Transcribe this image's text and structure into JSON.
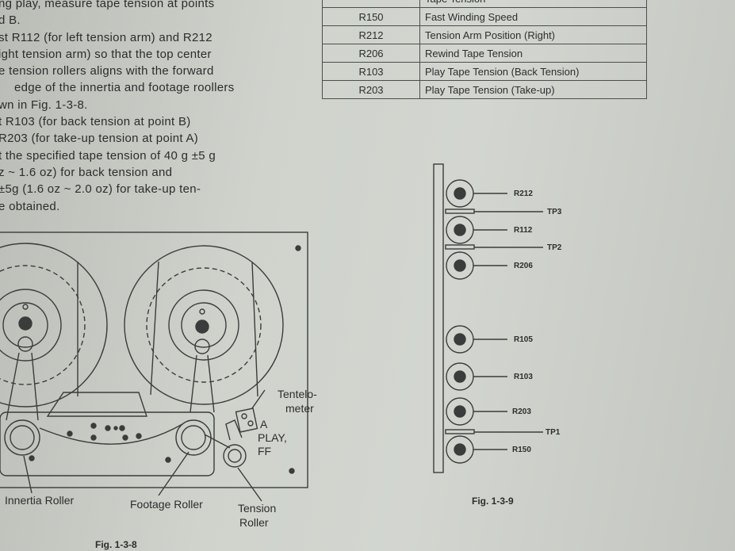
{
  "body_text": [
    "ng play, measure tape tension at points",
    "d B.",
    "st R112 (for left tension arm) and R212",
    "ight tension arm) so that the top center",
    "e tension rollers aligns with the forward",
    "edge of the innertia and footage roollers",
    "wn in Fig. 1-3-8.",
    "t R103 (for back tension at point B)",
    "R203 (for take-up tension at point A)",
    "t the specified tape tension of 40 g ±5 g",
    "z  ~  1.6 oz)  for  back  tension  and",
    "±5g  (1.6 oz ~ 2.0 oz)  for  take-up  ten-",
    "e obtained."
  ],
  "table": {
    "rows": [
      {
        "ref": "",
        "desc": "Tape Tension"
      },
      {
        "ref": "R150",
        "desc": "Fast Winding Speed"
      },
      {
        "ref": "R212",
        "desc": "Tension Arm Position (Right)"
      },
      {
        "ref": "R206",
        "desc": "Rewind Tape Tension"
      },
      {
        "ref": "R103",
        "desc": "Play Tape Tension (Back Tension)"
      },
      {
        "ref": "R203",
        "desc": "Play Tape Tension (Take-up)"
      }
    ]
  },
  "fig138": {
    "caption": "Fig. 1-3-8",
    "tentelometer": [
      "Tentelo-",
      "meter"
    ],
    "point_label": [
      "A",
      "PLAY,",
      "FF"
    ],
    "innertia_roller": "Innertia Roller",
    "footage_roller": "Footage Roller",
    "tension_roller": [
      "Tension",
      "Roller"
    ]
  },
  "fig139": {
    "caption": "Fig. 1-3-9",
    "labels": {
      "r212": "R212",
      "tp3": "TP3",
      "r112": "R112",
      "tp2": "TP2",
      "r206": "R206",
      "r105": "R105",
      "r103": "R103",
      "r203": "R203",
      "tp1": "TP1",
      "r150": "R150"
    }
  }
}
